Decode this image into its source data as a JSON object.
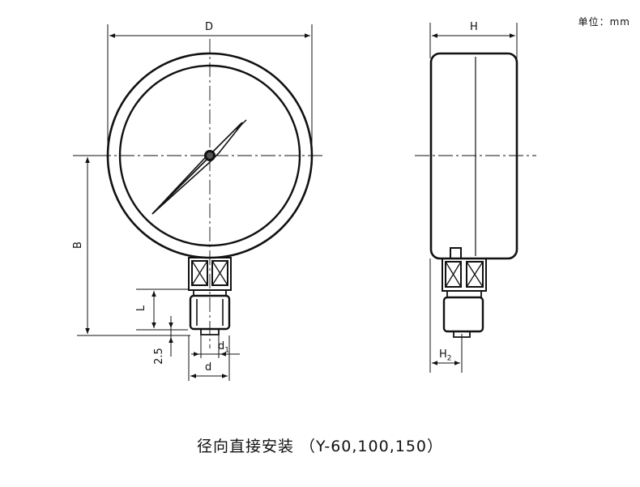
{
  "unit_label": "单位：mm",
  "caption": "径向直接安装 （Y-60,100,150）",
  "dimensions": {
    "D": "D",
    "H": "H",
    "B": "B",
    "L": "L",
    "offset": "2.5",
    "d1_base": "d",
    "d1_sub": "1",
    "d": "d",
    "H2_base": "H",
    "H2_sub": "2"
  }
}
